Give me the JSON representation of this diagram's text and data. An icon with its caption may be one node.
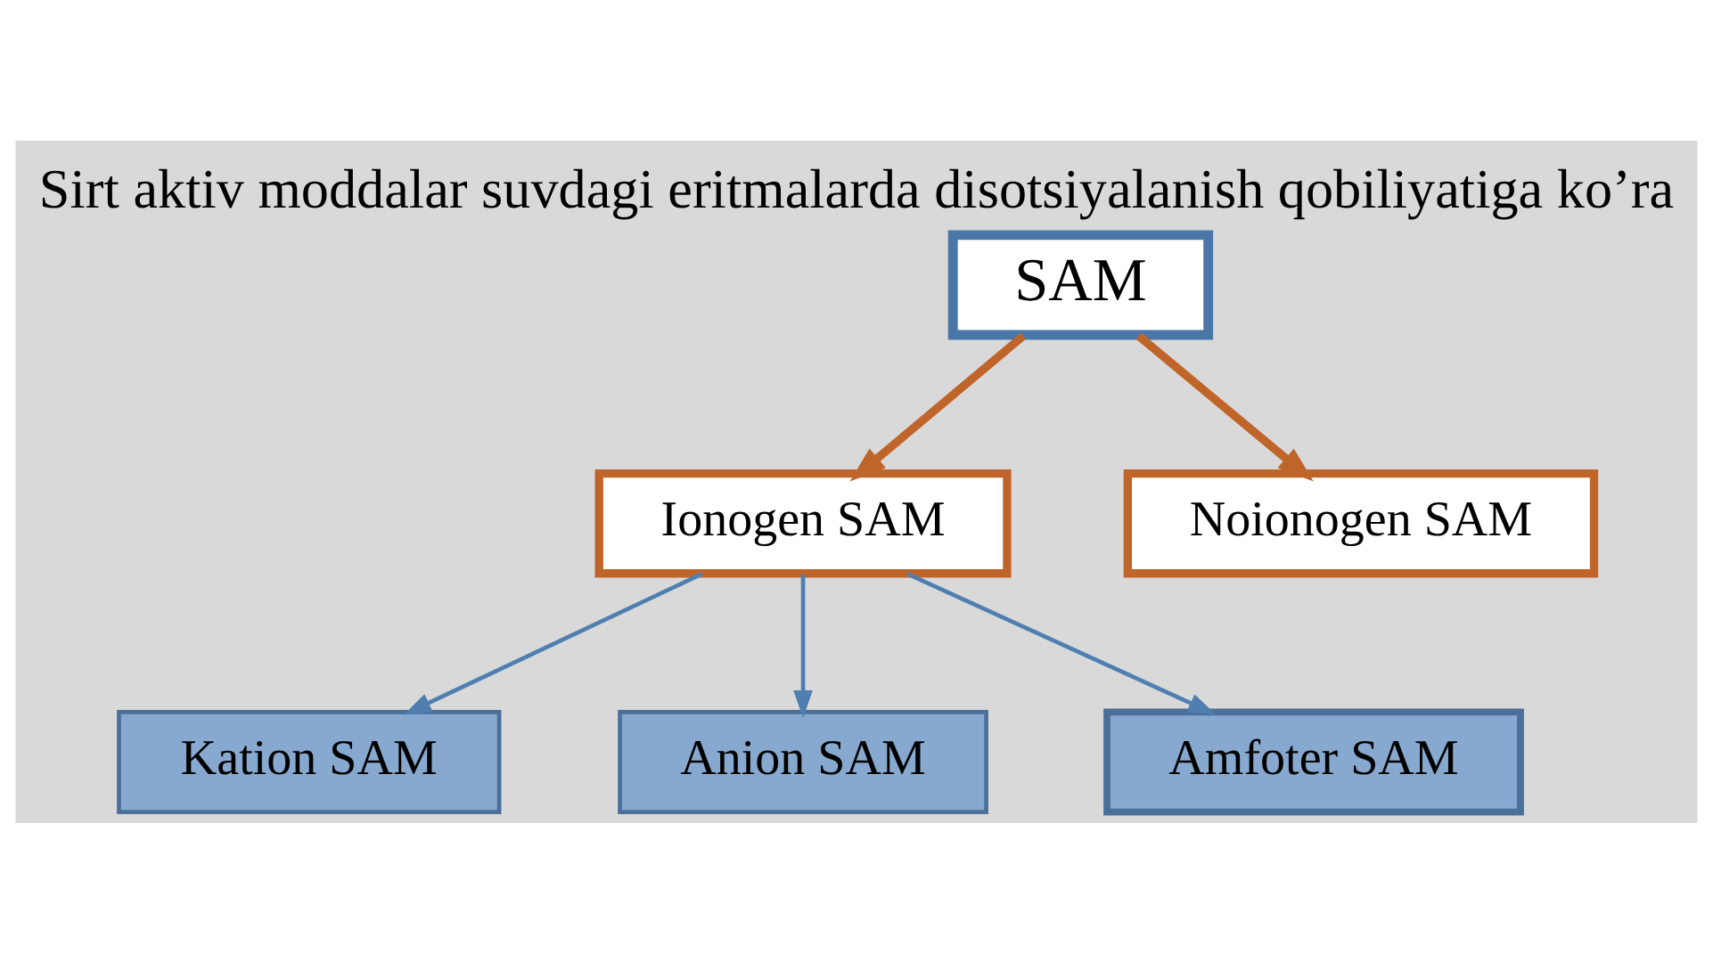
{
  "diagram": {
    "title": "Sirt aktiv moddalar suvdagi eritmalarda disotsiyalanish qobiliyatiga ko’ra",
    "nodes": [
      {
        "text": [
          "SAM"
        ]
      },
      {
        "text": [
          "Ionogen SAM"
        ]
      },
      {
        "text": [
          "Noionogen SAM"
        ]
      },
      {
        "text": [
          "Kation SAM"
        ]
      },
      {
        "text": [
          "Anion SAM"
        ]
      },
      {
        "text": [
          "Amfoter SAM"
        ]
      }
    ],
    "edges": [
      {
        "from": 0,
        "to": 1,
        "arrow": "to",
        "style": "thick",
        "color": "#c0652a"
      },
      {
        "from": 0,
        "to": 2,
        "arrow": "to",
        "style": "thick",
        "color": "#c0652a"
      },
      {
        "from": 1,
        "to": 3,
        "arrow": "to"
      },
      {
        "from": 1,
        "to": 4,
        "arrow": "to"
      },
      {
        "from": 1,
        "to": 5,
        "arrow": "to"
      }
    ]
  }
}
